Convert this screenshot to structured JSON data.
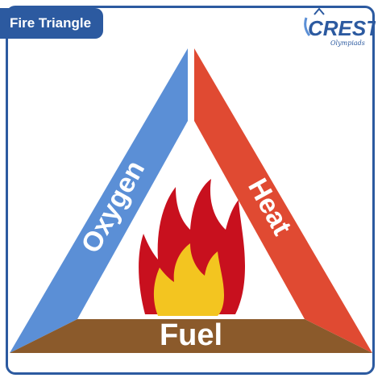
{
  "header": {
    "title": "Fire Triangle"
  },
  "logo": {
    "word": "CREST",
    "tagline": "Olympiads"
  },
  "triangle": {
    "left_side": {
      "label": "Oxygen",
      "color": "#5b8fd6"
    },
    "right_side": {
      "label": "Heat",
      "color": "#e04a32"
    },
    "base": {
      "label": "Fuel",
      "color": "#8b5a2b"
    }
  },
  "flame": {
    "outer_color": "#c8101e",
    "inner_color": "#f3c520"
  }
}
